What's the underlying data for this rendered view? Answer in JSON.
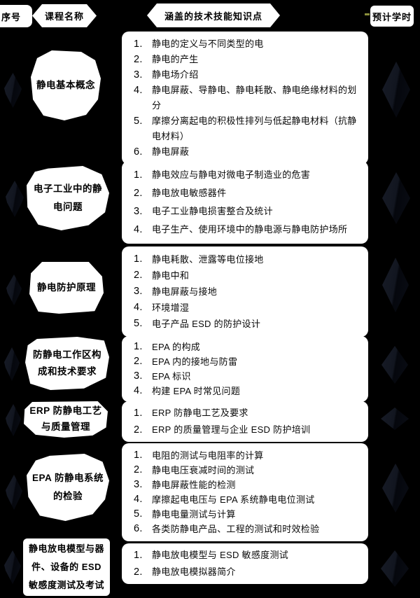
{
  "header": {
    "seq": "序号",
    "course": "课程名称",
    "points": "涵盖的技术技能知识点",
    "hours": "预计学时"
  },
  "colors": {
    "background": "#000000",
    "panel": "#ffffff",
    "text": "#111111",
    "marker_dark": "#10131c",
    "accent_dash": "#8a8f3c"
  },
  "sections": [
    {
      "course": "静电基本概念",
      "points": [
        "静电的定义与不同类型的电",
        "静电的产生",
        "静电场介绍",
        "静电屏蔽、导静电、静电耗散、静电绝缘材料的划分",
        "摩擦分离起电的积极性排列与低起静电材料（抗静电材料）",
        "静电屏蔽"
      ]
    },
    {
      "course": "电子工业中的静电问题",
      "points": [
        "静电效应与静电对微电子制造业的危害",
        "静电放电敏感器件",
        "电子工业静电损害整合及统计",
        "电子生产、使用环境中的静电源与静电防护场所"
      ]
    },
    {
      "course": "静电防护原理",
      "points": [
        "静电耗散、泄露等电位接地",
        "静电中和",
        "静电屏蔽与接地",
        "环境增湿",
        "电子产品 ESD 的防护设计"
      ]
    },
    {
      "course": "防静电工作区构成和技术要求",
      "points": [
        "EPA 的构成",
        "EPA 内的接地与防雷",
        "EPA 标识",
        "构建 EPA 时常见问题"
      ]
    },
    {
      "course": "ERP 防静电工艺与质量管理",
      "points": [
        "ERP 防静电工艺及要求",
        "ERP 的质量管理与企业 ESD 防护培训"
      ]
    },
    {
      "course": "EPA 防静电系统的检验",
      "points": [
        "电阻的测试与电阻率的计算",
        "静电电压衰减时间的测试",
        "静电屏蔽性能的检测",
        "摩擦起电电压与 EPA 系统静电电位测试",
        "静电电量测试与计算",
        "各类防静电产品、工程的测试和时效检验"
      ]
    },
    {
      "course": "静电放电模型与器件、设备的 ESD 敏感度测试及考试",
      "points": [
        "静电放电模型与 ESD 敏感度测试",
        "静电放电模拟器简介"
      ]
    }
  ]
}
